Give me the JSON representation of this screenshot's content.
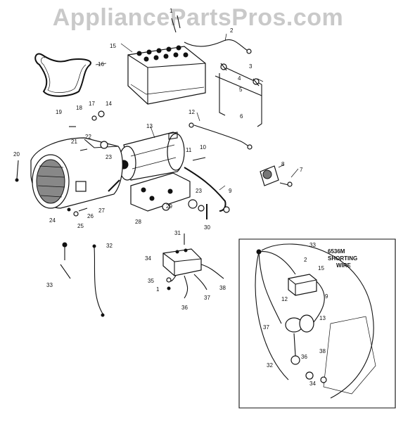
{
  "watermark": "AppliancePartsPros.com",
  "callouts": {
    "c1": "1",
    "c2": "2",
    "c3": "3",
    "c4": "4",
    "c5": "5",
    "c6": "6",
    "c7": "7",
    "c8": "8",
    "c9": "9",
    "c10": "10",
    "c11": "11",
    "c12": "12",
    "c13": "13",
    "c14": "14",
    "c15": "15",
    "c16": "16",
    "c17": "17",
    "c18": "18",
    "c19": "19",
    "c20": "20",
    "c21": "21",
    "c22": "22",
    "c23a": "23",
    "c23b": "23",
    "c24": "24",
    "c25": "25",
    "c26": "26",
    "c27": "27",
    "c28": "28",
    "c29": "29",
    "c30": "30",
    "c31": "31",
    "c32": "32",
    "c33": "33",
    "c34": "34",
    "c35": "35",
    "c36": "36",
    "c37": "37",
    "c38": "38",
    "c1b": "1"
  },
  "inset": {
    "title_line1": "6536M",
    "title_line2": "SHORTING",
    "title_line3": "WIRE",
    "labels": {
      "i33": "33",
      "i2": "2",
      "i15": "15",
      "i9": "9",
      "i12": "12",
      "i13": "13",
      "i37": "37",
      "i38": "38",
      "i32": "32",
      "i36": "36",
      "i34": "34"
    }
  }
}
